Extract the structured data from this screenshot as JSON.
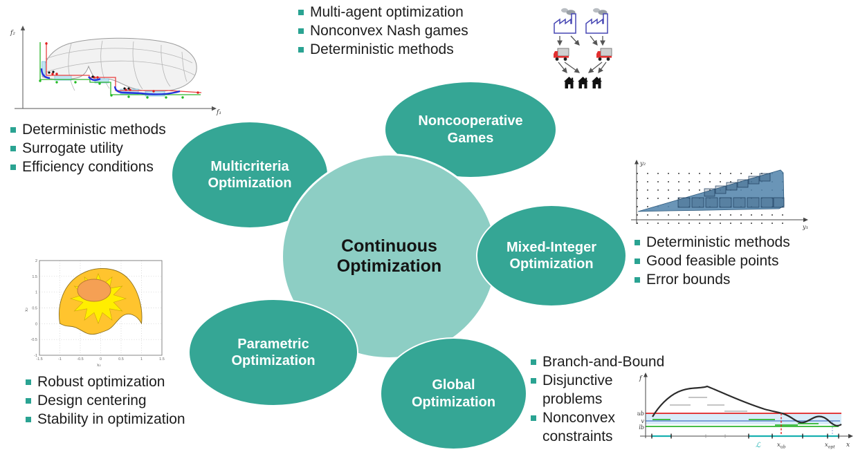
{
  "colors": {
    "teal": "#35A695",
    "teal_light": "#8DCEC4",
    "bullet_square": "#2AA392",
    "background": "#FFFFFF"
  },
  "center": {
    "line1": "Continuous",
    "line2": "Optimization"
  },
  "satellites": {
    "multicriteria": {
      "line1": "Multicriteria",
      "line2": "Optimization"
    },
    "noncooperative": {
      "line1": "Noncooperative",
      "line2": "Games"
    },
    "mixed_integer": {
      "line1": "Mixed-Integer",
      "line2": "Optimization"
    },
    "global": {
      "line1": "Global",
      "line2": "Optimization"
    },
    "parametric": {
      "line1": "Parametric",
      "line2": "Optimization"
    }
  },
  "bullets": {
    "multicriteria": [
      "Deterministic methods",
      "Surrogate utility",
      "Efficiency conditions"
    ],
    "noncooperative": [
      "Multi-agent optimization",
      "Nonconvex Nash games",
      "Deterministic methods"
    ],
    "mixed_integer": [
      "Deterministic methods",
      "Good feasible points",
      "Error bounds"
    ],
    "global": [
      "Branch-and-Bound",
      "Disjunctive\nproblems",
      "Nonconvex\nconstraints"
    ],
    "parametric": [
      "Robust optimization",
      "Design centering",
      "Stability in optimization"
    ]
  },
  "insets": {
    "pareto": {
      "xlabel": "f₁",
      "ylabel": "f₂"
    },
    "lattice": {
      "xlabel": "y₁",
      "ylabel": "y₂"
    },
    "design": {
      "xlabel": "x₁",
      "ylabel": "x₂",
      "xticks": [
        "-1.5",
        "-1",
        "-0.5",
        "0",
        "0.5",
        "1",
        "1.5"
      ],
      "yticks": [
        "2",
        "1.5",
        "1",
        "0.5",
        "0",
        "-0.5",
        "-1"
      ]
    },
    "bnb": {
      "ylabel": "f",
      "xlabel": "x",
      "ub": "ub",
      "v": "v",
      "lb": "lb",
      "list_label": "ℒ",
      "xub_main": "x",
      "xub_sub": "ub",
      "xopt_main": "x",
      "xopt_sub": "opt"
    }
  },
  "supply_icons": {
    "factory": "factory-icon",
    "truck": "truck-icon",
    "house": "house-icon"
  }
}
